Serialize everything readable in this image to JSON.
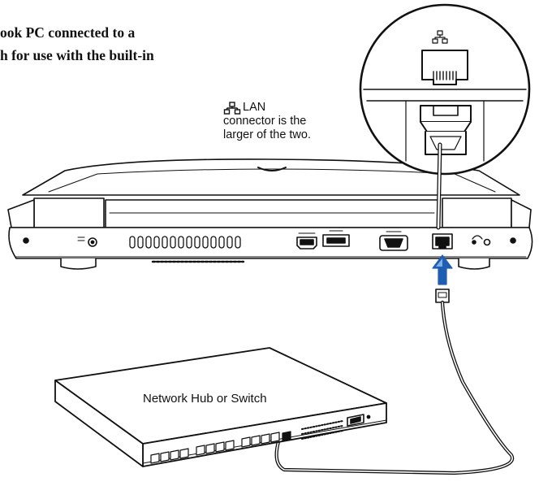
{
  "heading": {
    "line1": "ook PC connected to a",
    "line2": "h for use with the built-in"
  },
  "callout": {
    "line1": "LAN",
    "line2": "connector is the",
    "line3": "larger of the two."
  },
  "hub": {
    "label": "Network Hub or Switch"
  },
  "icons": [
    "network-icon",
    "lan-port-icon",
    "hdmi-port-icon",
    "usb-port-icon",
    "vga-port-icon",
    "power-port-icon",
    "kensington-lock-icon",
    "arrow-up-icon",
    "rj45-plug-icon"
  ],
  "colors": {
    "line": "#111111",
    "arrow": "#1f5fb3",
    "arrow_light": "#7fb0e6",
    "panel": "#f4f4f4"
  }
}
